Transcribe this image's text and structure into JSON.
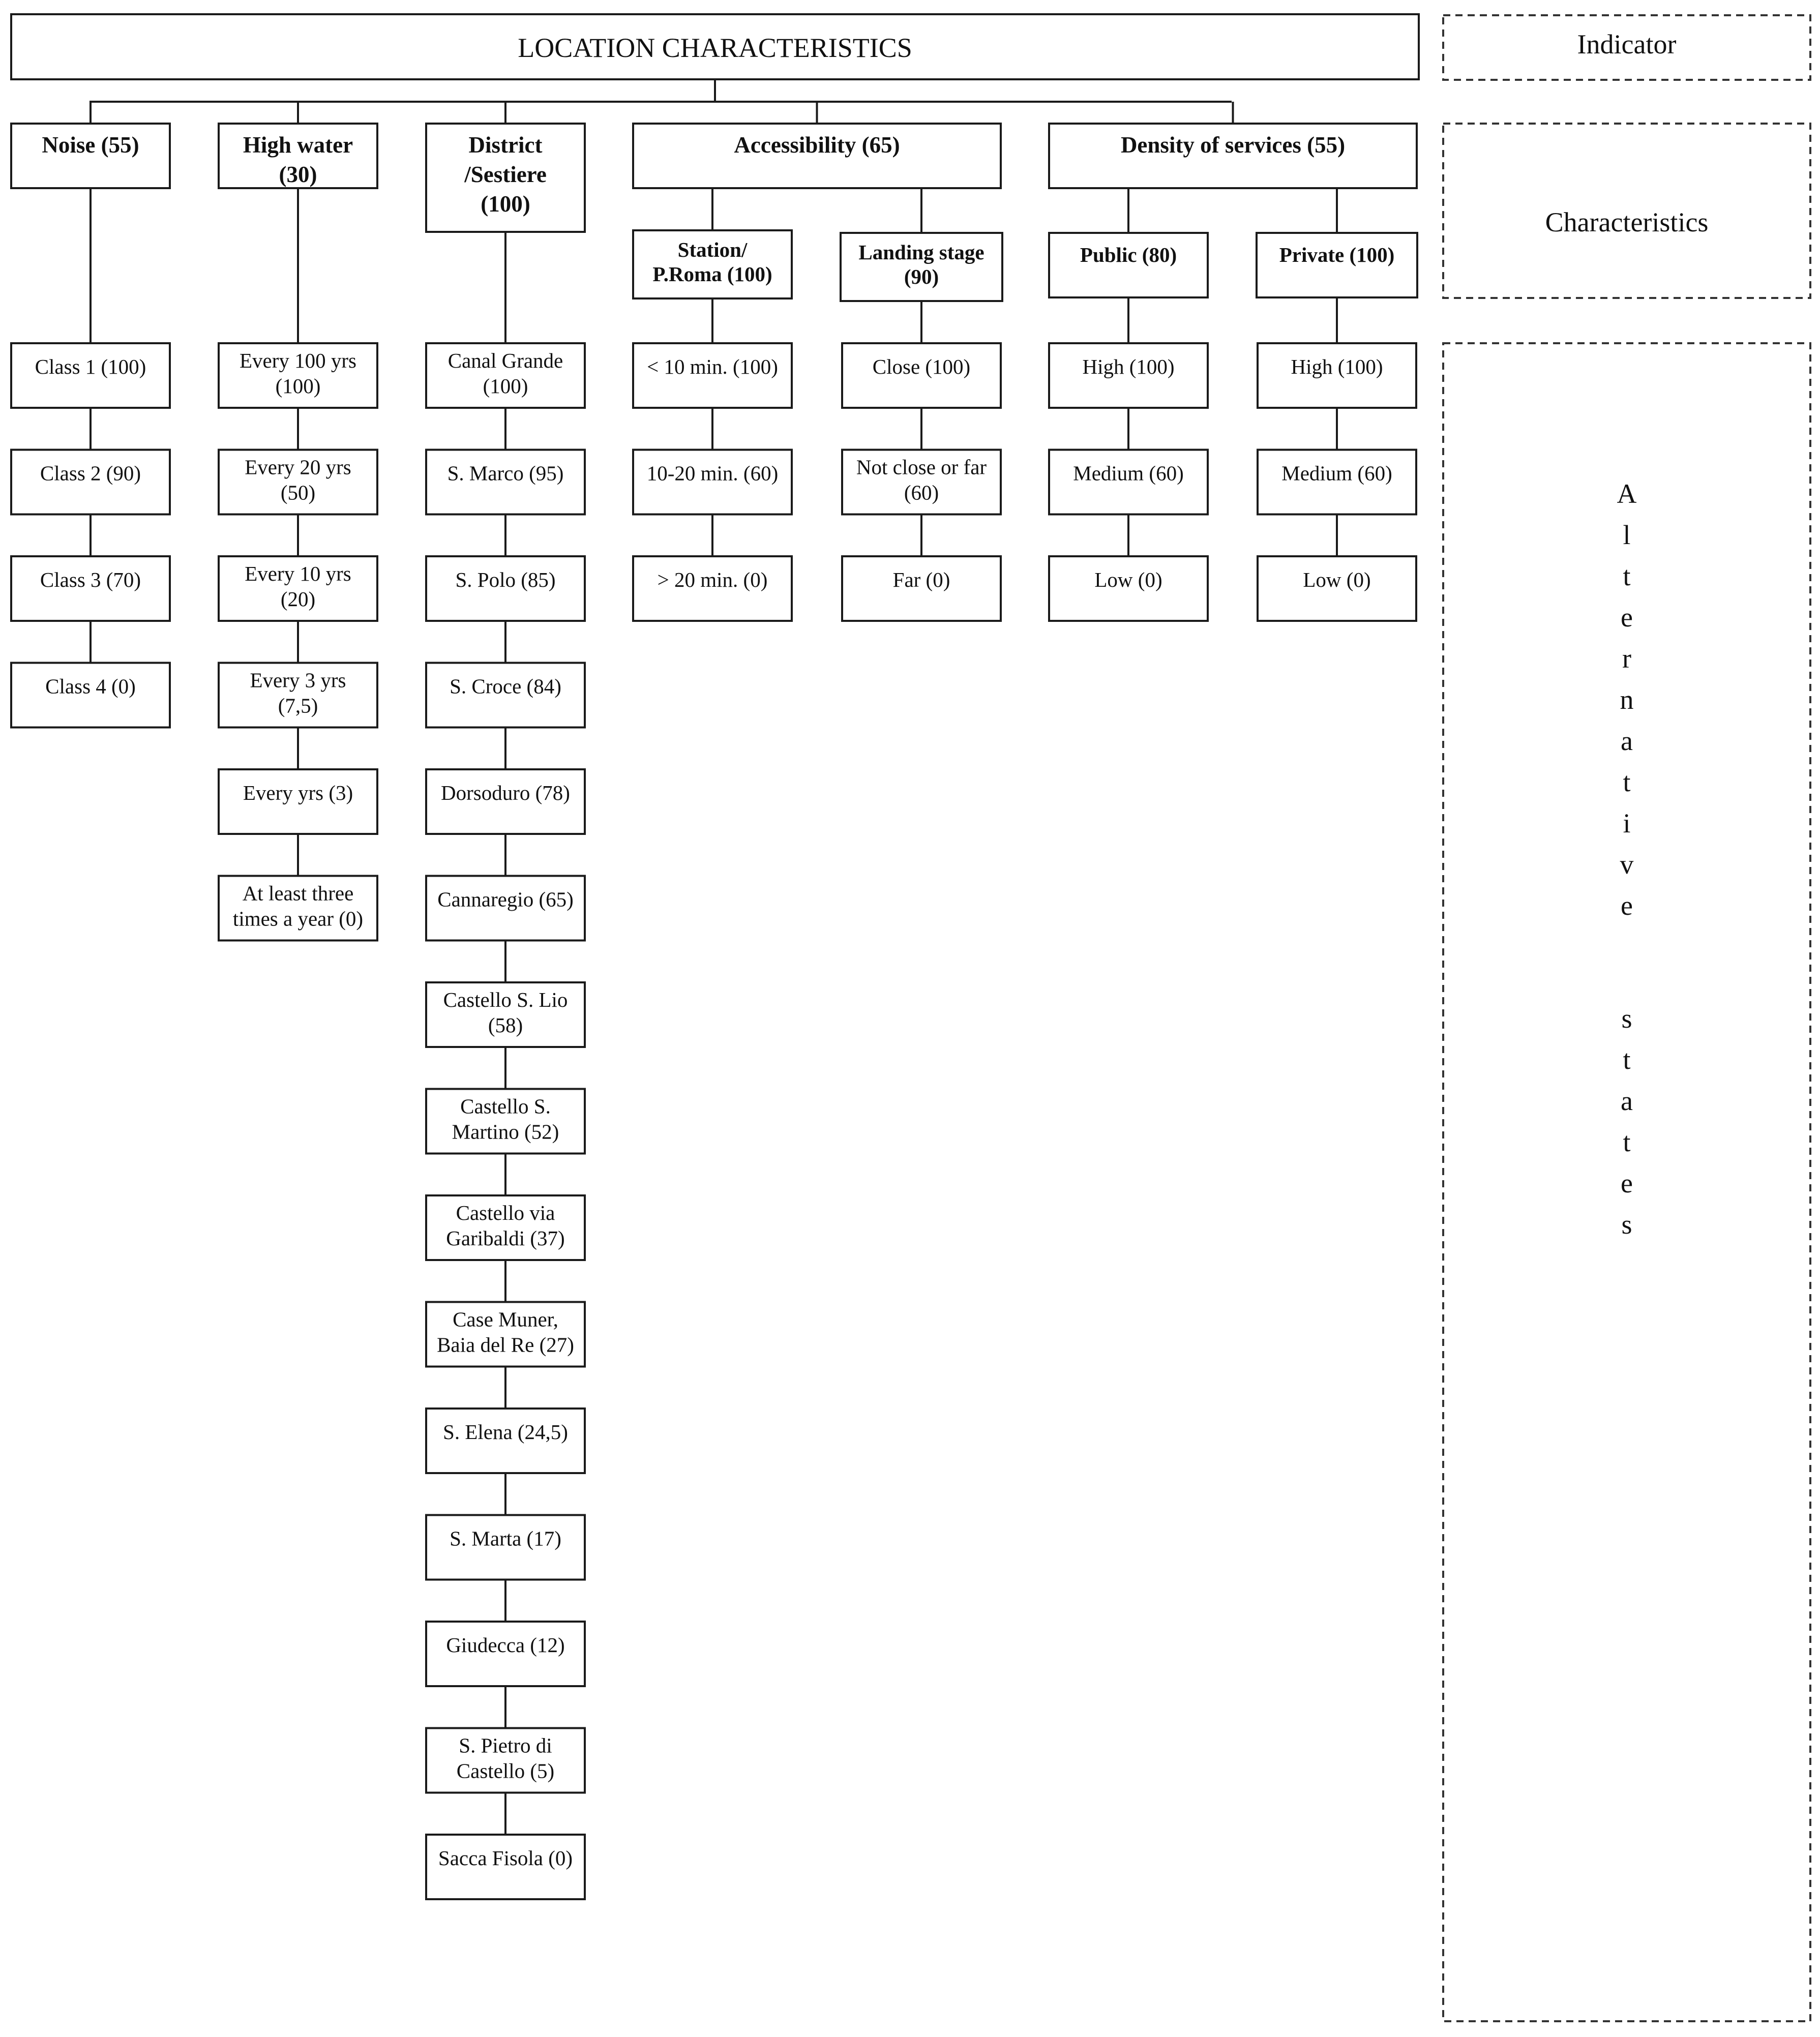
{
  "title": "LOCATION CHARACTERISTICS",
  "legend": {
    "indicator": "Indicator",
    "characteristics": "Characteristics",
    "alternative_states": "Alternative states"
  },
  "characteristics": [
    {
      "label": [
        "Noise (55)"
      ],
      "states": [
        [
          "Class 1 (100)"
        ],
        [
          "Class 2 (90)"
        ],
        [
          "Class 3 (70)"
        ],
        [
          "Class 4 (0)"
        ]
      ]
    },
    {
      "label": [
        "High water",
        "(30)"
      ],
      "states": [
        [
          "Every 100 yrs",
          "(100)"
        ],
        [
          "Every 20 yrs",
          "(50)"
        ],
        [
          "Every 10 yrs",
          "(20)"
        ],
        [
          "Every 3 yrs",
          "(7,5)"
        ],
        [
          "Every yrs (3)"
        ],
        [
          "At least three",
          "times a year (0)"
        ]
      ]
    },
    {
      "label": [
        "District",
        "/Sestiere",
        "(100)"
      ],
      "states": [
        [
          "Canal Grande",
          "(100)"
        ],
        [
          "S. Marco (95)"
        ],
        [
          "S. Polo (85)"
        ],
        [
          "S. Croce (84)"
        ],
        [
          "Dorsoduro (78)"
        ],
        [
          "Cannaregio (65)"
        ],
        [
          "Castello S. Lio",
          "(58)"
        ],
        [
          "Castello S.",
          "Martino (52)"
        ],
        [
          "Castello via",
          "Garibaldi (37)"
        ],
        [
          "Case Muner,",
          "Baia del Re (27)"
        ],
        [
          "S. Elena (24,5)"
        ],
        [
          "S. Marta (17)"
        ],
        [
          "Giudecca (12)"
        ],
        [
          "S. Pietro di",
          "Castello (5)"
        ],
        [
          "Sacca Fisola (0)"
        ]
      ]
    },
    {
      "label": [
        "Accessibility (65)"
      ],
      "sub": [
        {
          "label": [
            "Station/",
            "P.Roma (100)"
          ],
          "states": [
            [
              "< 10 min. (100)"
            ],
            [
              "10-20 min. (60)"
            ],
            [
              "> 20 min. (0)"
            ]
          ]
        },
        {
          "label": [
            "Landing stage",
            "(90)"
          ],
          "states": [
            [
              "Close (100)"
            ],
            [
              "Not close or far",
              "(60)"
            ],
            [
              "Far (0)"
            ]
          ]
        }
      ]
    },
    {
      "label": [
        "Density of services (55)"
      ],
      "sub": [
        {
          "label": [
            "Public (80)"
          ],
          "states": [
            [
              "High (100)"
            ],
            [
              "Medium (60)"
            ],
            [
              "Low (0)"
            ]
          ]
        },
        {
          "label": [
            "Private (100)"
          ],
          "states": [
            [
              "High (100)"
            ],
            [
              "Medium (60)"
            ],
            [
              "Low (0)"
            ]
          ]
        }
      ]
    }
  ]
}
